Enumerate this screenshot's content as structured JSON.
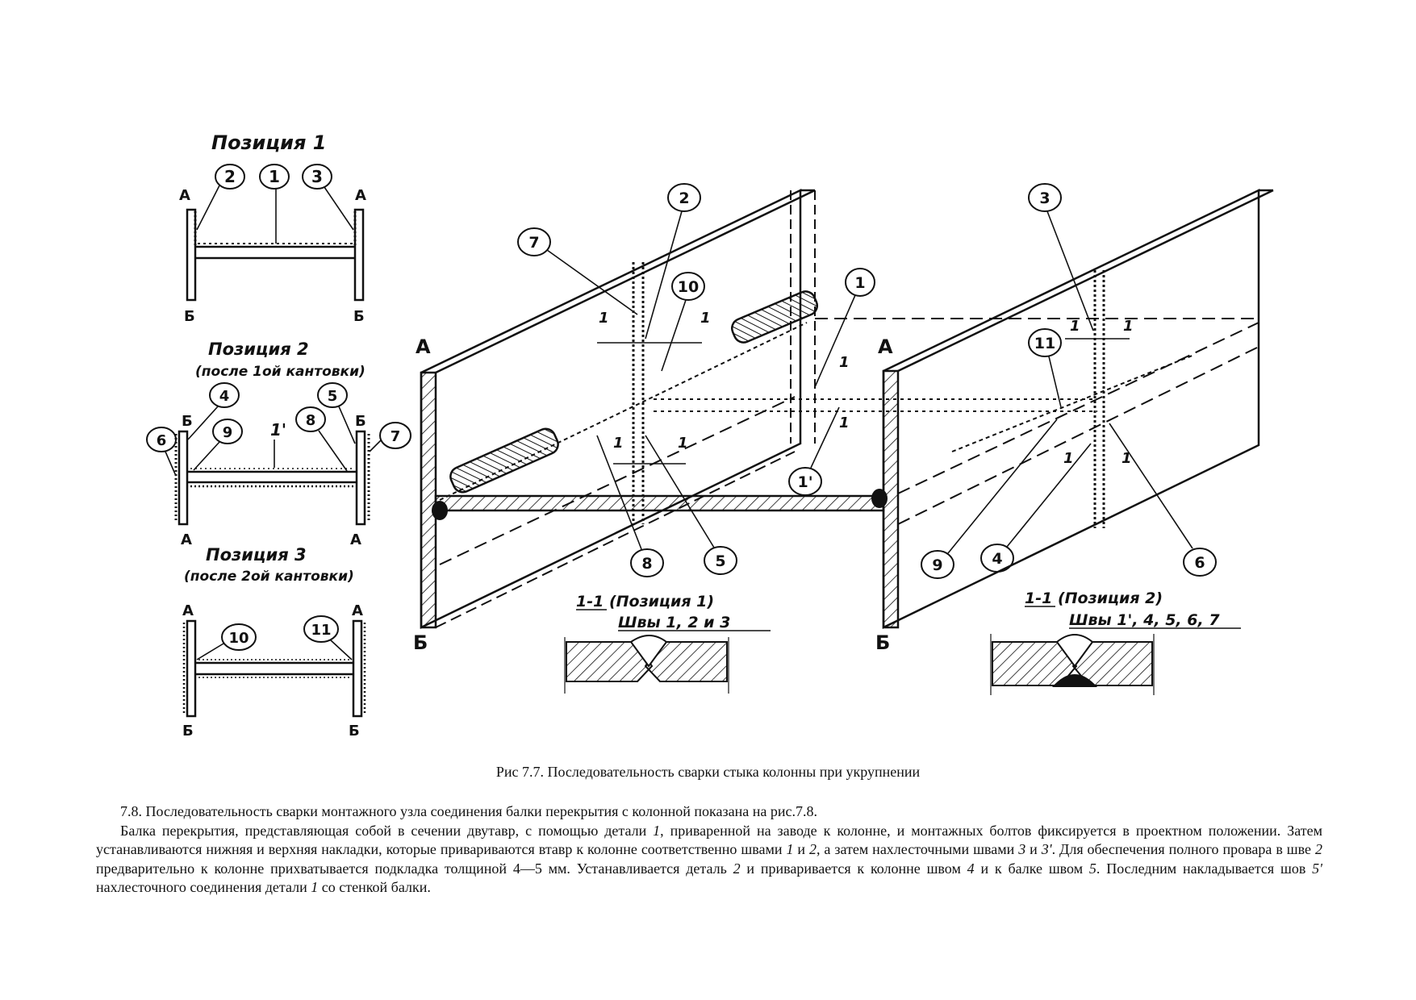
{
  "figure": {
    "pos1": {
      "title": "Позиция 1",
      "edge_a": "А",
      "edge_b": "Б",
      "markers": [
        "2",
        "1",
        "3"
      ]
    },
    "pos2": {
      "title": "Позиция 2",
      "subtitle": "(после 1ой кантовки)",
      "edge_a": "А",
      "edge_b": "Б",
      "markers": [
        "6",
        "4",
        "9",
        "1'",
        "8",
        "5",
        "7"
      ]
    },
    "pos3": {
      "title": "Позиция 3",
      "subtitle": "(после 2ой кантовки)",
      "edge_a": "А",
      "edge_b": "Б",
      "markers": [
        "10",
        "11"
      ]
    },
    "main": {
      "edge_a": "А",
      "edge_b": "Б",
      "section_mark": "1",
      "markers": [
        "2",
        "7",
        "10",
        "1",
        "3",
        "11",
        "1'",
        "8",
        "5",
        "9",
        "4",
        "6"
      ]
    },
    "section1": {
      "title": "1-1 (Позиция 1)",
      "subtitle": "Швы 1, 2 и 3"
    },
    "section2": {
      "title": "1-1 (Позиция 2)",
      "subtitle": "Швы 1', 4, 5, 6, 7"
    }
  },
  "caption": "Рис 7.7. Последовательность сварки стыка колонны при укрупнении",
  "text": {
    "p1": "7.8. Последовательность сварки монтажного узла соединения балки перекрытия с колонной показана на рис.7.8.",
    "p2": [
      "Балка перекрытия, представляющая собой в сечении двутавр, с помощью детали ",
      "1",
      ", приваренной на заводе к колонне, и монтажных болтов фиксируется в проектном положении. Затем устанавливаются нижняя и верхняя накладки, которые привариваются втавр к колонне соответственно швами ",
      "1",
      " и ",
      "2",
      ", а затем нахлесточными швами ",
      "3",
      " и ",
      "3'",
      ". Для обеспечения полного провара в шве ",
      "2",
      " предварительно к колонне прихватывается подкладка толщиной 4—5 мм. Устанавливается деталь ",
      "2",
      " и приваривается к колонне швом ",
      "4",
      " и к балке швом ",
      "5",
      ". Последним накладывается шов ",
      "5'",
      " нахлесточного соединения детали ",
      "1",
      " со стенкой балки."
    ]
  }
}
